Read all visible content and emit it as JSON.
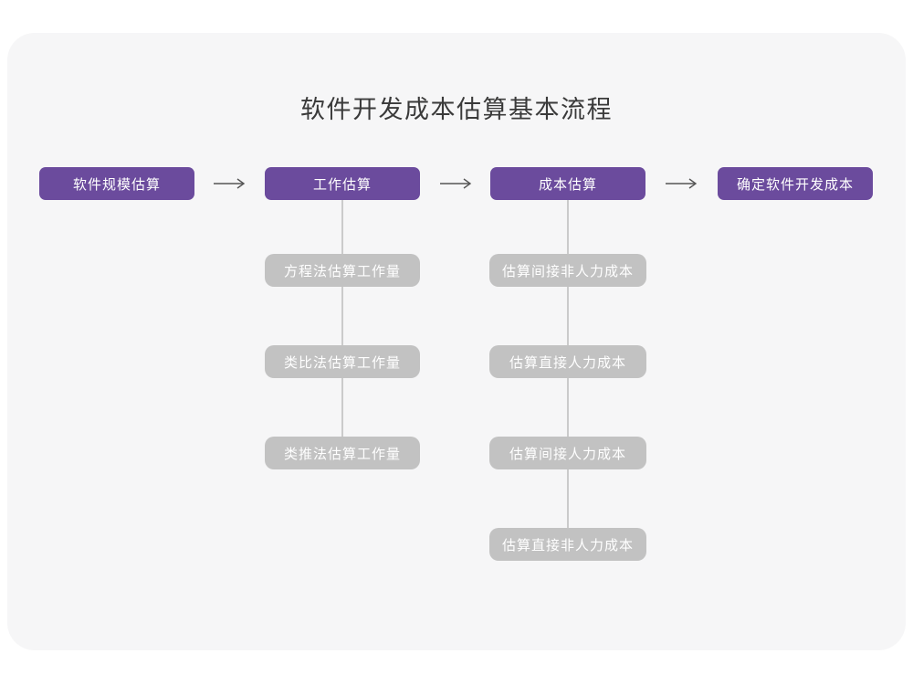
{
  "title": "软件开发成本估算基本流程",
  "flow": {
    "stages": [
      {
        "label": "软件规模估算"
      },
      {
        "label": "工作估算"
      },
      {
        "label": "成本估算"
      },
      {
        "label": "确定软件开发成本"
      }
    ],
    "work_methods": [
      "方程法估算工作量",
      "类比法估算工作量",
      "类推法估算工作量"
    ],
    "cost_items": [
      "估算间接非人力成本",
      "估算直接人力成本",
      "估算间接人力成本",
      "估算直接非人力成本"
    ]
  },
  "colors": {
    "stage_bg": "#6B4B9D",
    "sub_bg": "#C2C2C2",
    "card_bg": "#F6F6F7",
    "arrow": "#555555",
    "connector": "#CBCBCB",
    "title_color": "#3A3A3A",
    "node_text": "#FFFFFF"
  }
}
